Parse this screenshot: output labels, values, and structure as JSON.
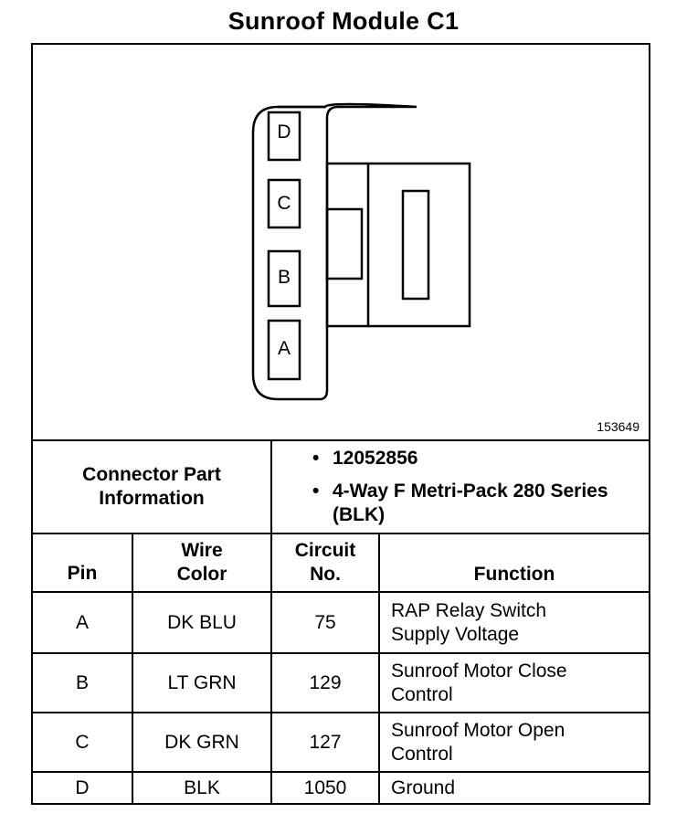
{
  "title": "Sunroof Module C1",
  "reference_number": "153649",
  "connector": {
    "pins": [
      "D",
      "C",
      "B",
      "A"
    ]
  },
  "part_info": {
    "label": "Connector Part Information",
    "items": [
      "12052856",
      "4-Way F Metri-Pack 280 Series (BLK)"
    ]
  },
  "table": {
    "headers": {
      "pin": "Pin",
      "wire_color": "Wire Color",
      "circuit_no": "Circuit No.",
      "function": "Function"
    },
    "rows": [
      {
        "pin": "A",
        "wire_color": "DK BLU",
        "circuit_no": "75",
        "function": "RAP Relay Switch Supply Voltage"
      },
      {
        "pin": "B",
        "wire_color": "LT GRN",
        "circuit_no": "129",
        "function": "Sunroof Motor Close Control"
      },
      {
        "pin": "C",
        "wire_color": "DK GRN",
        "circuit_no": "127",
        "function": "Sunroof Motor Open Control"
      },
      {
        "pin": "D",
        "wire_color": "BLK",
        "circuit_no": "1050",
        "function": "Ground"
      }
    ]
  }
}
